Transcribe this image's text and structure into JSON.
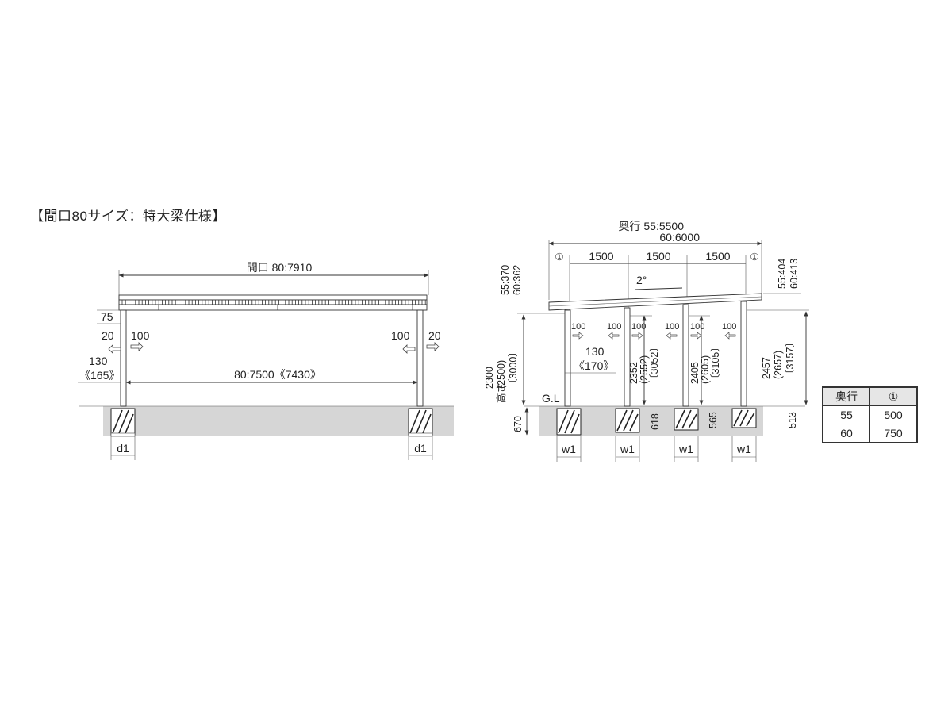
{
  "title": "【間口80サイズ：特大梁仕様】",
  "front_view": {
    "overall_width": "間口 80:7910",
    "inner_span": "80:7500《7430》",
    "overhang": "75",
    "left_offset_a": "20",
    "left_offset_b": "100",
    "right_offset_a": "100",
    "right_offset_b": "20",
    "post_depth": "130",
    "post_depth_alt": "《165》",
    "footing_left": "d1",
    "footing_right": "d1"
  },
  "side_view": {
    "depth_line1": "奥行 55:5500",
    "depth_line2": "60:6000",
    "circle_mark": "①",
    "bays": [
      "1500",
      "1500",
      "1500"
    ],
    "slope": "2°",
    "left_roof_thickness_1": "55:370",
    "left_roof_thickness_2": "60:362",
    "right_roof_thickness_1": "55:404",
    "right_roof_thickness_2": "60:413",
    "height_label": "高さ",
    "height_values": [
      "2300",
      "(2500)",
      "〔3000〕"
    ],
    "post_h2": [
      "2352",
      "(2552)",
      "〔3052〕"
    ],
    "post_h3": [
      "2405",
      "(2605)",
      "〔3105〕"
    ],
    "post_h4": [
      "2457",
      "(2657)",
      "〔3157〕"
    ],
    "offset_100": "100",
    "post_section": "130",
    "post_section_alt": "《170》",
    "ground_label": "G.L",
    "embed_left": "670",
    "embed_2": "618",
    "embed_3": "565",
    "embed_4": "513",
    "footing_label": "w1"
  },
  "spec_table": {
    "headers": [
      "奥行",
      "①"
    ],
    "rows": [
      [
        "55",
        "500"
      ],
      [
        "60",
        "750"
      ]
    ]
  }
}
